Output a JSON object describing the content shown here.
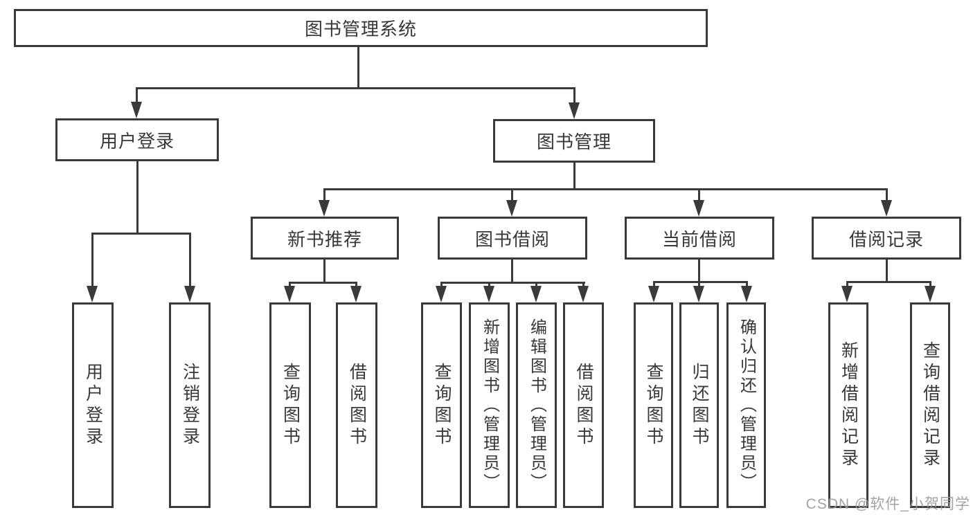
{
  "diagram": {
    "root": {
      "label": "图书管理系统"
    },
    "level2": [
      {
        "label": "用户登录"
      },
      {
        "label": "图书管理"
      }
    ],
    "level3": [
      {
        "label": "新书推荐"
      },
      {
        "label": "图书借阅"
      },
      {
        "label": "当前借阅"
      },
      {
        "label": "借阅记录"
      }
    ],
    "leaves": [
      {
        "label": "用户登录",
        "parent": "用户登录"
      },
      {
        "label": "注销登录",
        "parent": "用户登录"
      },
      {
        "label": "查询图书",
        "parent": "新书推荐"
      },
      {
        "label": "借阅图书",
        "parent": "新书推荐"
      },
      {
        "label": "查询图书",
        "parent": "图书借阅"
      },
      {
        "label": "新增图书（管理员）",
        "parent": "图书借阅"
      },
      {
        "label": "编辑图书（管理员）",
        "parent": "图书借阅"
      },
      {
        "label": "借阅图书",
        "parent": "图书借阅"
      },
      {
        "label": "查询图书",
        "parent": "当前借阅"
      },
      {
        "label": "归还图书",
        "parent": "当前借阅"
      },
      {
        "label": "确认归还（管理员）",
        "parent": "当前借阅"
      },
      {
        "label": "新增借阅记录",
        "parent": "借阅记录"
      },
      {
        "label": "查询借阅记录",
        "parent": "借阅记录"
      }
    ]
  },
  "watermark": "CSDN @软件_小贺同学",
  "colors": {
    "line": "#3a3a3a",
    "text": "#383838",
    "background": "#ffffff",
    "watermark": "#9b9b9b"
  }
}
